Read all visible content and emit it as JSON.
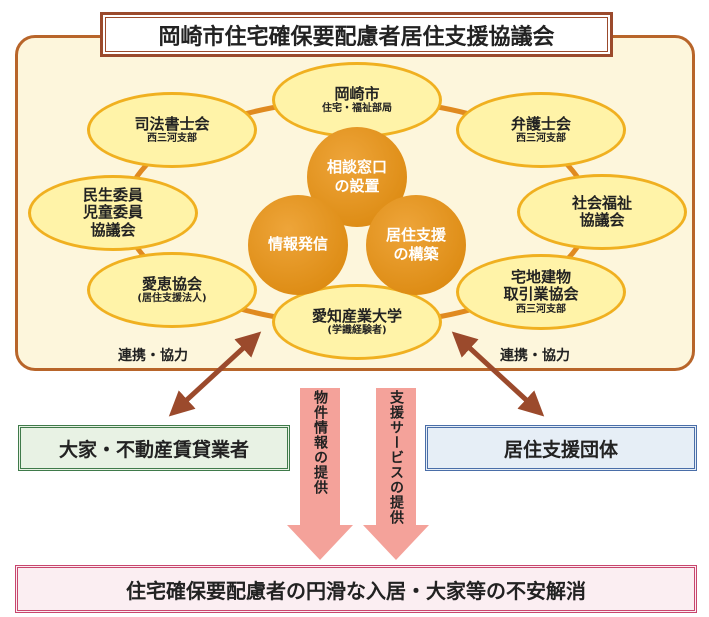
{
  "title": "岡崎市住宅確保要配慮者居住支援協議会",
  "members": [
    {
      "name": "岡崎市",
      "sub": "住宅・福祉部局"
    },
    {
      "name": "司法書士会",
      "sub": "西三河支部"
    },
    {
      "name": "弁護士会",
      "sub": "西三河支部"
    },
    {
      "name": "民生委員\n児童委員\n協議会",
      "sub": ""
    },
    {
      "name": "社会福祉\n協議会",
      "sub": ""
    },
    {
      "name": "愛恵協会",
      "sub": "(居住支援法人)"
    },
    {
      "name": "宅地建物\n取引業協会",
      "sub": "西三河支部"
    },
    {
      "name": "愛知産業大学",
      "sub": "(学識経験者)"
    }
  ],
  "roles": [
    "相談窓口\nの設置",
    "情報発信",
    "居住支援\nの構築"
  ],
  "coop_left": "連携・協力",
  "coop_right": "連携・協力",
  "landlords": "大家・不動産賃貸業者",
  "support_groups": "居住支援団体",
  "flow_property": "物件情報の提供",
  "flow_service": "支援サービスの提供",
  "outcome": "住宅確保要配慮者の円滑な入居・大家等の不安解消",
  "colors": {
    "ring": "#e08a20",
    "ellipse_fill": "#fff3a8",
    "ellipse_border": "#f0b020",
    "circle": "#e0900f",
    "brown_arrow": "#9b4a2c",
    "pink_arrow": "#f4a29a"
  }
}
